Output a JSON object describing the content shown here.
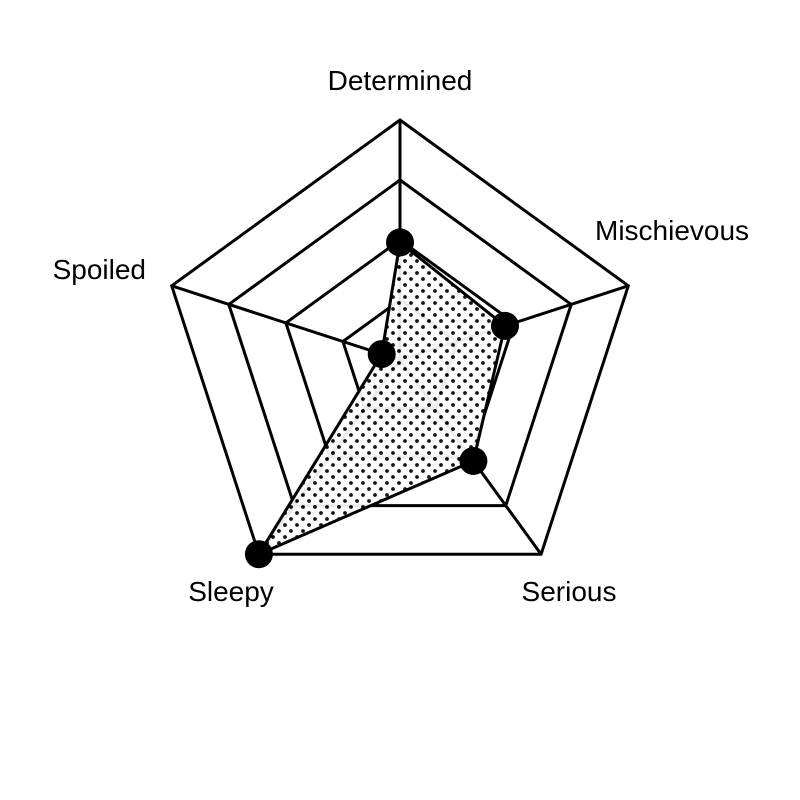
{
  "chart_data": {
    "type": "radar",
    "axes": [
      "Determined",
      "Mischievous",
      "Serious",
      "Sleepy",
      "Spoiled"
    ],
    "series": [
      {
        "values": [
          0.49,
          0.46,
          0.52,
          1.0,
          0.08
        ]
      }
    ],
    "range": [
      0,
      1
    ],
    "rings": 4,
    "grid": true,
    "colors": {
      "stroke": "#000000",
      "fill": "#ffffff",
      "dots": "#000000"
    }
  }
}
